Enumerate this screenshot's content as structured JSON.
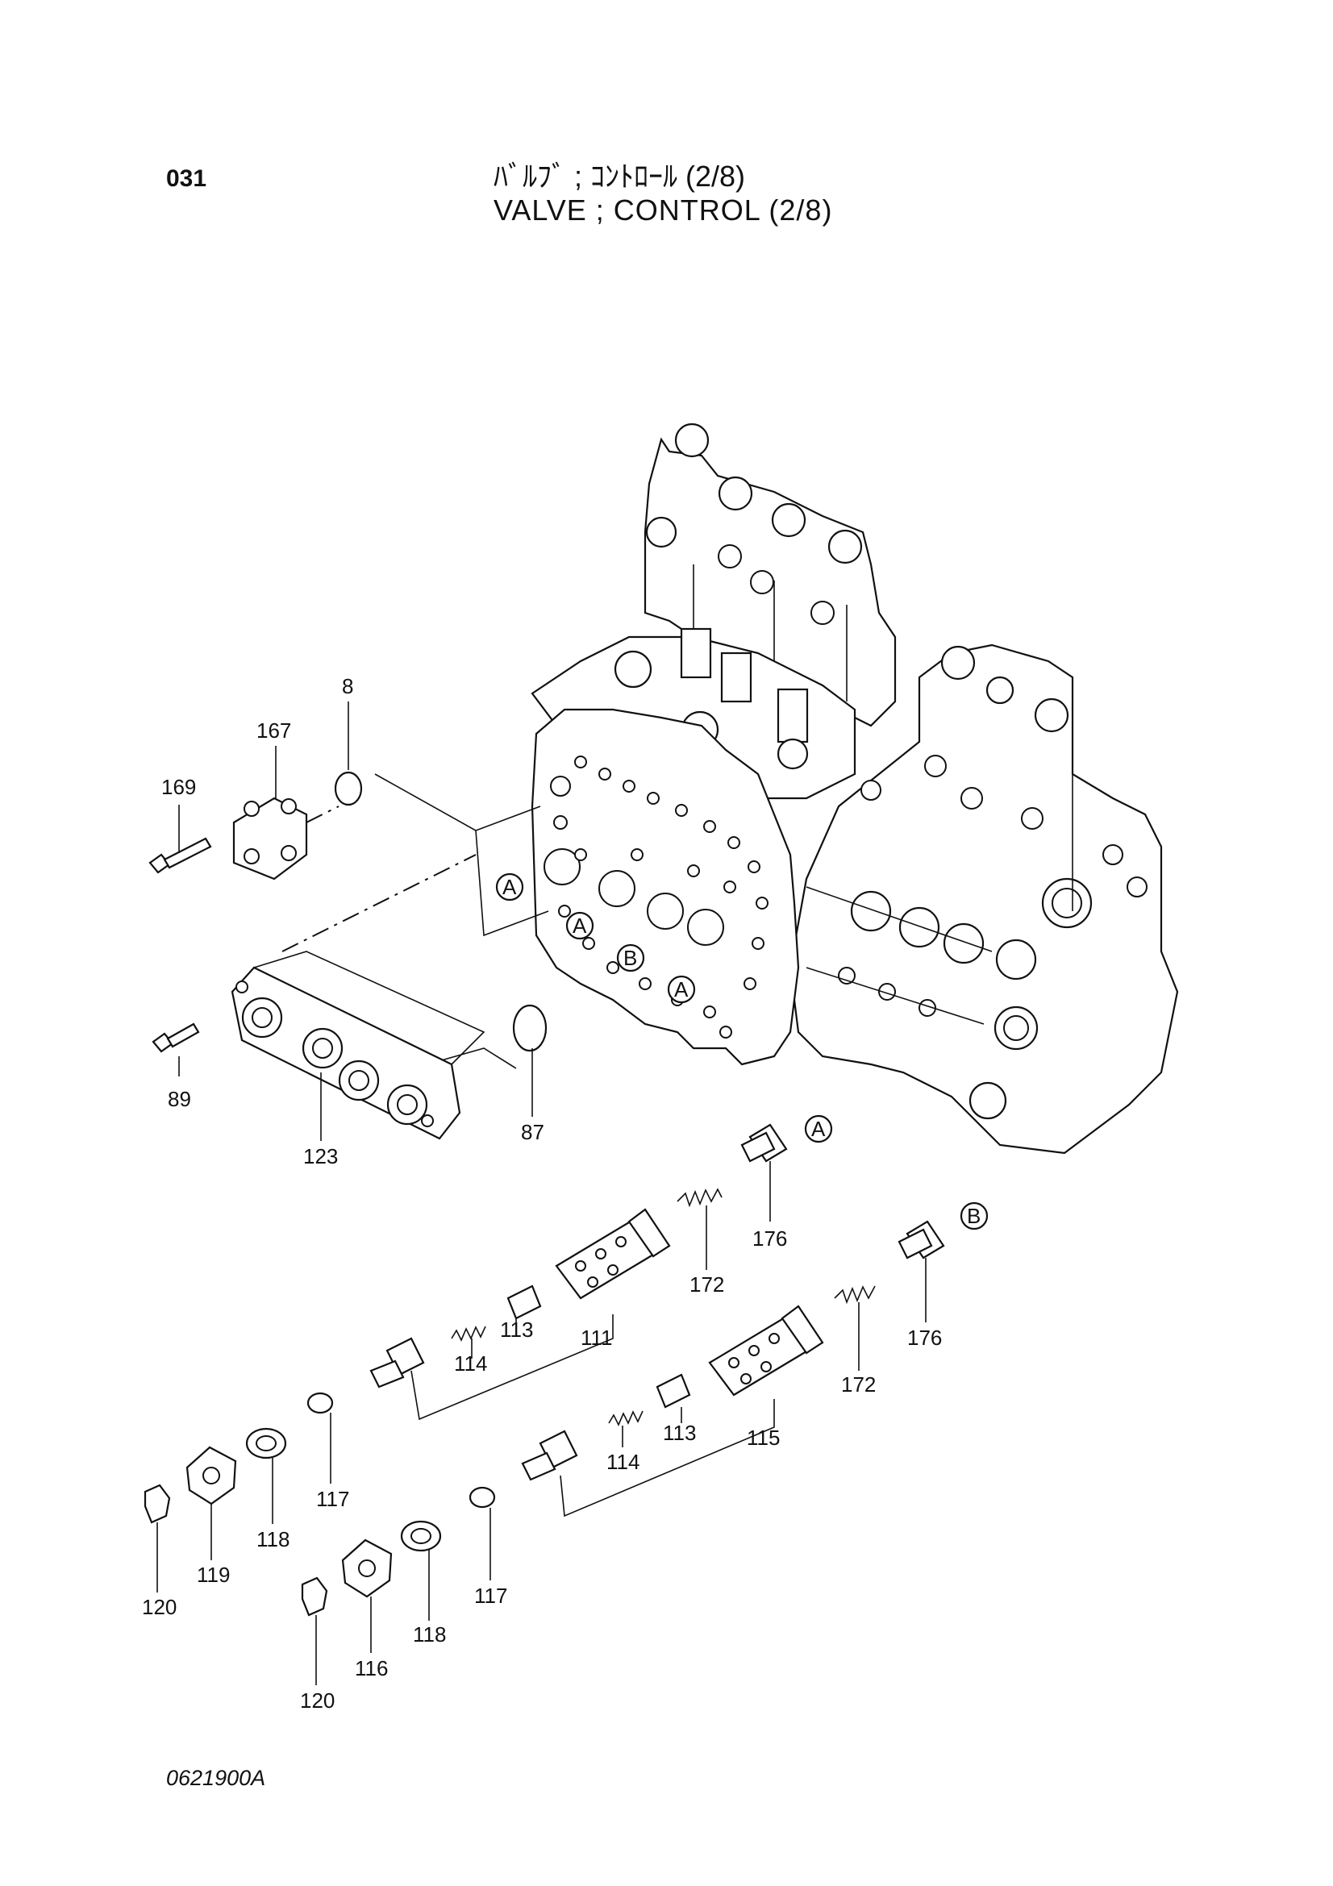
{
  "header": {
    "page_number": "031",
    "title_jp": "ﾊﾞﾙﾌﾞ ; ｺﾝﾄﾛｰﾙ (2/8)",
    "title_en": "VALVE ; CONTROL (2/8)"
  },
  "footer": {
    "drawing_code": "0621900A"
  },
  "callouts": {
    "c8": "8",
    "c167": "167",
    "c169": "169",
    "c89": "89",
    "c123": "123",
    "c87": "87",
    "c176a": "176",
    "c172a": "172",
    "c111": "111",
    "c113a": "113",
    "c114a": "114",
    "c117a": "117",
    "c118a": "118",
    "c119": "119",
    "c120a": "120",
    "c176b": "176",
    "c172b": "172",
    "c115": "115",
    "c113b": "113",
    "c114b": "114",
    "c117b": "117",
    "c118b": "118",
    "c116": "116",
    "c120b": "120"
  },
  "refs": {
    "a1": "A",
    "a2": "A",
    "a3": "A",
    "a4": "A",
    "b1": "B",
    "b2": "B"
  }
}
